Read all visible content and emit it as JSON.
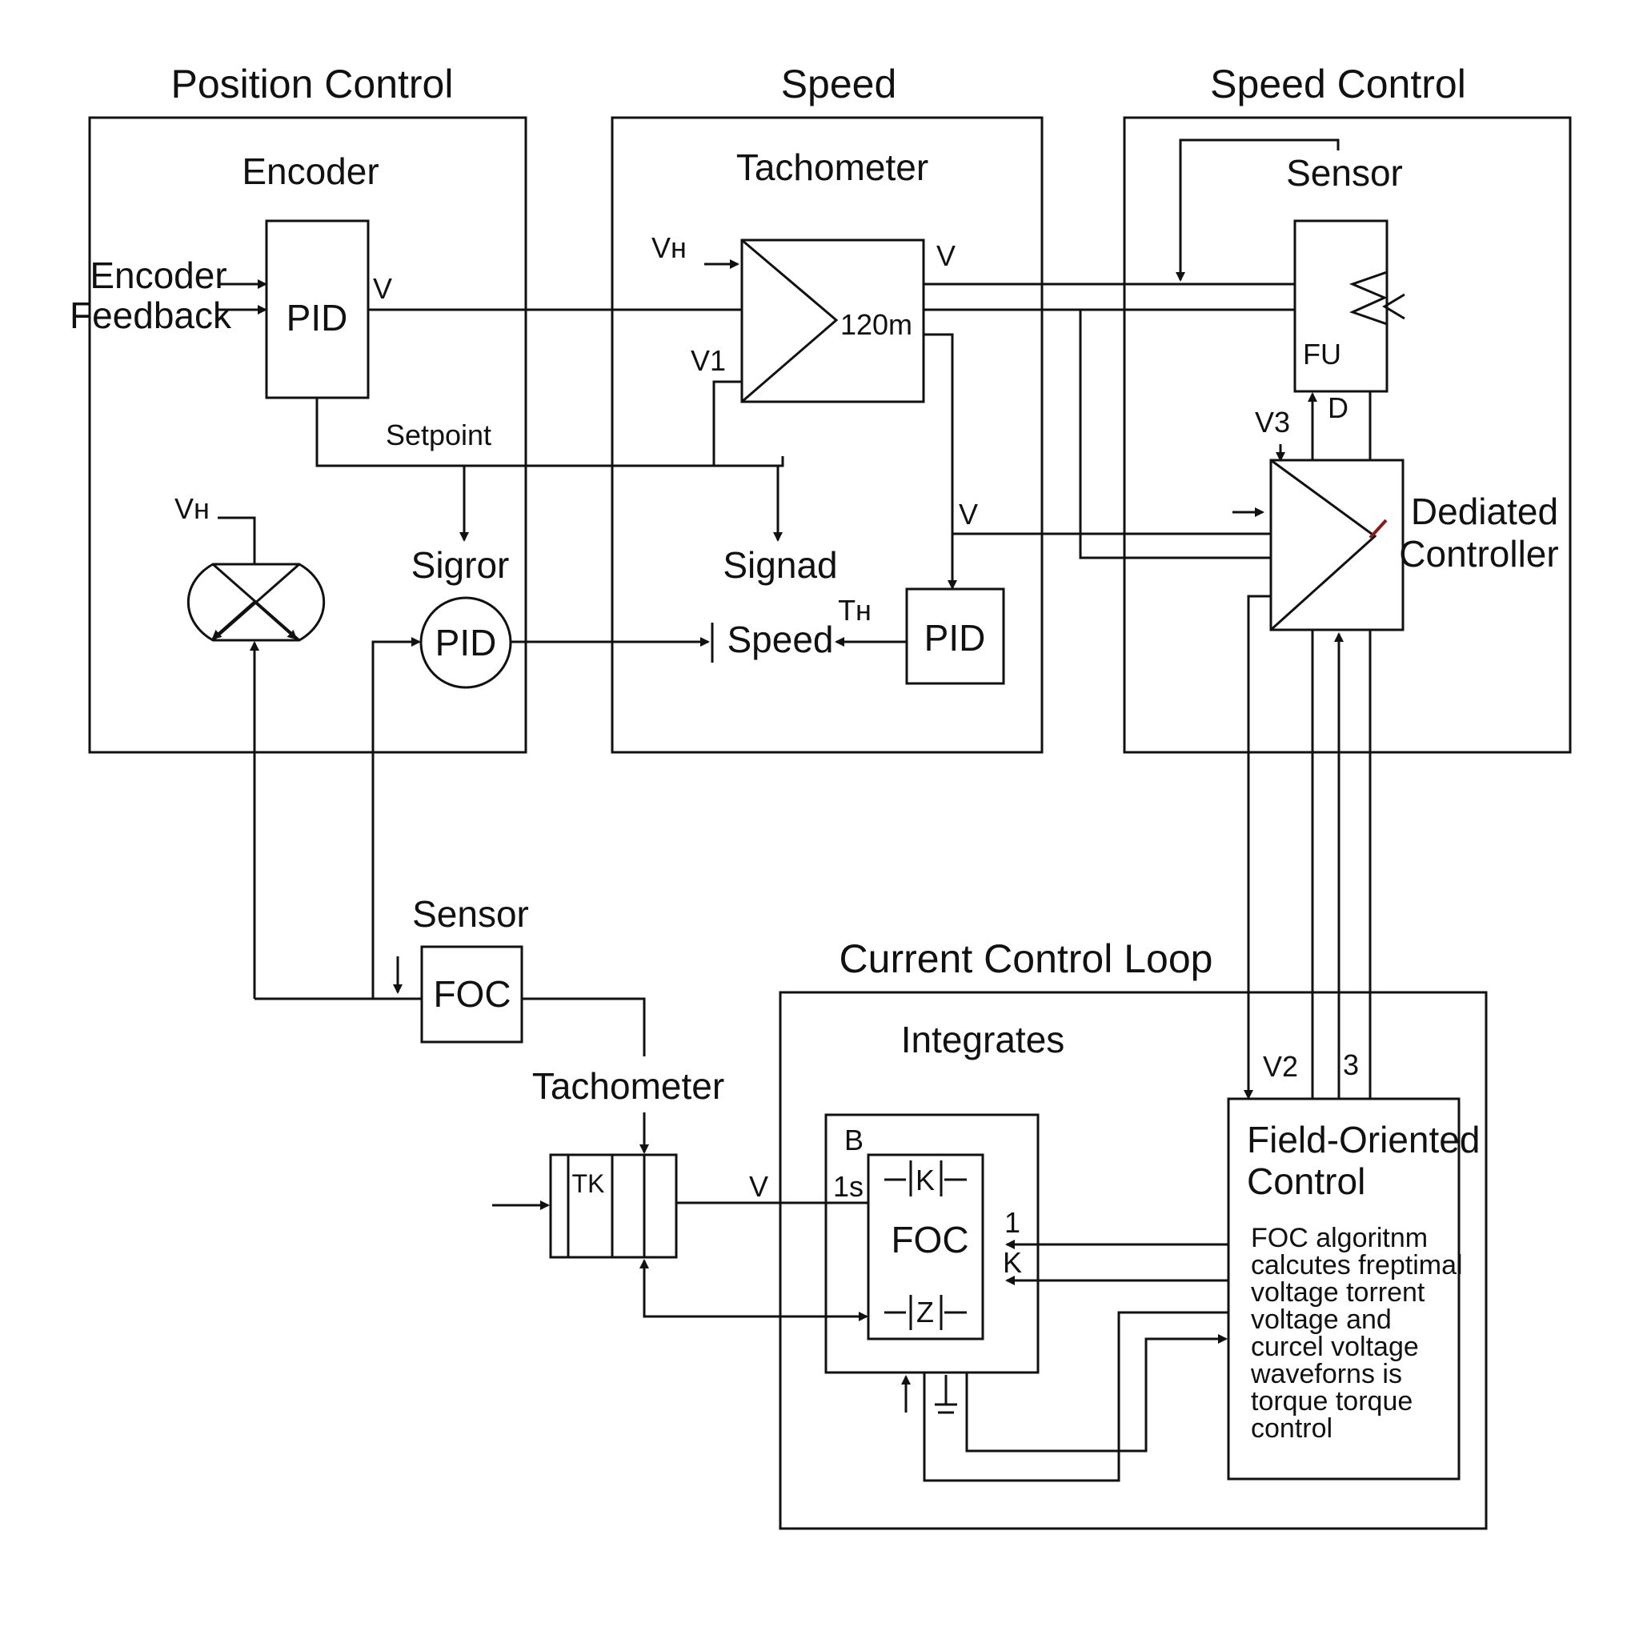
{
  "sections": {
    "position_control": "Position Control",
    "speed": "Speed",
    "speed_control": "Speed Control",
    "current_control_loop": "Current Control Loop"
  },
  "position": {
    "encoder": "Encoder",
    "encoder_feedback_line1": "Encoder",
    "encoder_feedback_line2": "Feedback",
    "pid": "PID",
    "v_out": "V",
    "setpoint": "Setpoint",
    "vh": "Vн",
    "sigror": "Sigror",
    "pid_circle": "PID"
  },
  "speed": {
    "tachometer": "Tachometer",
    "vh_in": "Vн",
    "v1": "V1",
    "amp_label": "120m",
    "v_out": "V",
    "v_down": "V",
    "signad": "Signad",
    "speed_label": "Speed",
    "th": "Tн",
    "pid": "PID"
  },
  "speed_control": {
    "sensor": "Sensor",
    "fu": "FU",
    "d": "D",
    "v3": "V3",
    "dediated_line1": "Dediated",
    "dediated_line2": "Controller"
  },
  "lower": {
    "sensor": "Sensor",
    "foc": "FOC",
    "tachometer": "Tachometer",
    "tk": "TK",
    "v": "V"
  },
  "current": {
    "integrates": "Integrates",
    "b": "B",
    "one_s": "1s",
    "foc_inner": "FOC",
    "k_top": "K",
    "z": "Z",
    "one": "1",
    "k": "K",
    "v2": "V2",
    "three": "3",
    "foc_title_line1": "Field-Oriented",
    "foc_title_line2": "Control",
    "foc_desc": [
      "FOC algoritnm",
      "calcutes freptimal",
      "voltage torrent",
      "voltage and",
      "curcel voltage",
      "waveforns is",
      "torque torque",
      "control"
    ]
  }
}
